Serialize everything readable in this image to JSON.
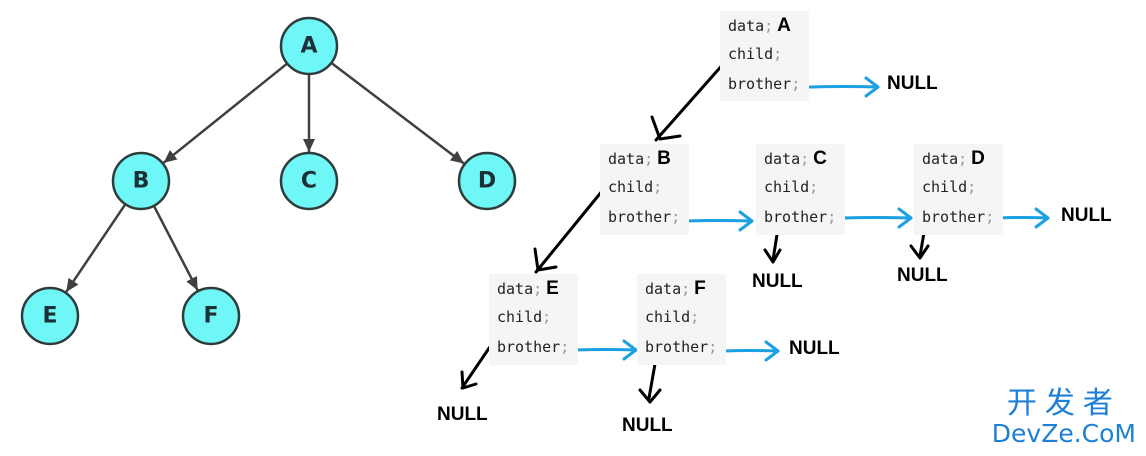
{
  "tree": {
    "nodes": [
      {
        "id": "A",
        "label": "A"
      },
      {
        "id": "B",
        "label": "B"
      },
      {
        "id": "C",
        "label": "C"
      },
      {
        "id": "D",
        "label": "D"
      },
      {
        "id": "E",
        "label": "E"
      },
      {
        "id": "F",
        "label": "F"
      }
    ],
    "edges": [
      [
        "A",
        "B"
      ],
      [
        "A",
        "C"
      ],
      [
        "A",
        "D"
      ],
      [
        "B",
        "E"
      ],
      [
        "B",
        "F"
      ]
    ]
  },
  "record": {
    "field_data": "data",
    "field_child": "child",
    "field_brother": "brother",
    "separator": ";"
  },
  "boxes": [
    {
      "id": "A",
      "label": "A"
    },
    {
      "id": "B",
      "label": "B"
    },
    {
      "id": "C",
      "label": "C"
    },
    {
      "id": "D",
      "label": "D"
    },
    {
      "id": "E",
      "label": "E"
    },
    {
      "id": "F",
      "label": "F"
    }
  ],
  "null_text": "NULL",
  "colors": {
    "node_fill": "#6ff6f6",
    "sibling_arrow": "#1ba0e2",
    "child_arrow": "#000000",
    "watermark": "#1d7fd6"
  },
  "watermark": {
    "cn": "开发者",
    "en": "DevZe.CoM"
  }
}
